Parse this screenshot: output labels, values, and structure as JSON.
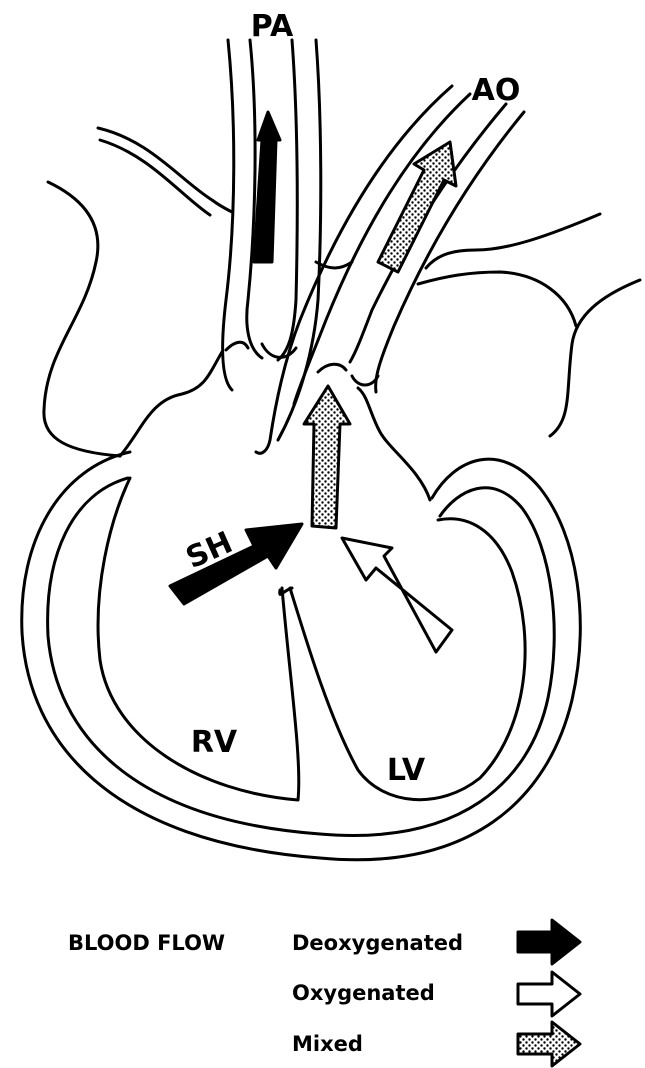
{
  "labels": {
    "pa": "PA",
    "ao": "AO",
    "sh": "SH",
    "rv": "RV",
    "lv": "LV"
  },
  "legend": {
    "title": "BLOOD FLOW",
    "items": [
      {
        "label": "Deoxygenated",
        "fill": "black"
      },
      {
        "label": "Oxygenated",
        "fill": "white"
      },
      {
        "label": "Mixed",
        "fill": "dotted"
      }
    ]
  },
  "colors": {
    "line": "#000000",
    "background": "#ffffff"
  }
}
